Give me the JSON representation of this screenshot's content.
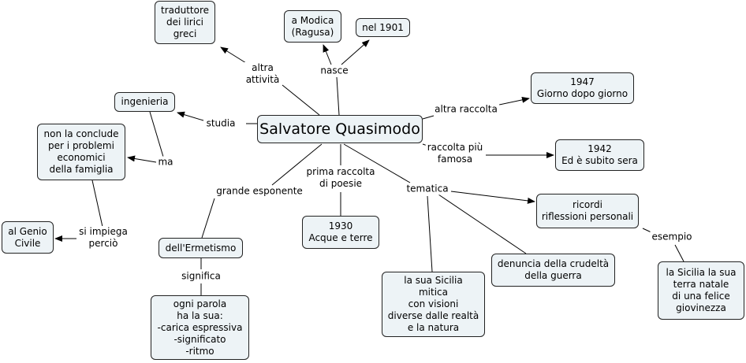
{
  "nodes": {
    "main": "Salvatore Quasimodo",
    "traduttore": "traduttore\ndei lirici\ngreci",
    "modica": "a Modica\n(Ragusa)",
    "anno1901": "nel 1901",
    "giorno": "1947\nGiorno dopo giorno",
    "ingenieria": "ingenieria",
    "conclude": "non la conclude\nper i problemi\neconomici\ndella famiglia",
    "subito": "1942\nEd è subito sera",
    "ricordi": "ricordi\nriflessioni personali",
    "genio": "al Genio\nCivile",
    "ermetismo": "dell'Ermetismo",
    "acque": "1930\nAcque e terre",
    "denuncia": "denuncia della crudeltà\ndella guerra",
    "sicilia_mitica": "la sua Sicilia\nmitica\ncon visioni\ndiverse dalle realtà\ne la natura",
    "sicilia_natale": "la Sicilia la sua\nterra natale\ndi una felice\ngiovinezza",
    "parola": "ogni parola\nha la sua:\n-carica espressiva\n-significato\n-ritmo"
  },
  "links": {
    "altra_attivita": "altra\nattività",
    "nasce": "nasce",
    "altra_raccolta": "altra raccolta",
    "famosa": "raccolta più\nfamosa",
    "studia": "studia",
    "ma": "ma",
    "impiega": "si impiega\nperciò",
    "esponente": "grande esponente",
    "prima": "prima raccolta\ndi poesie",
    "tematica": "tematica",
    "esempio": "esempio",
    "significa": "significa"
  }
}
